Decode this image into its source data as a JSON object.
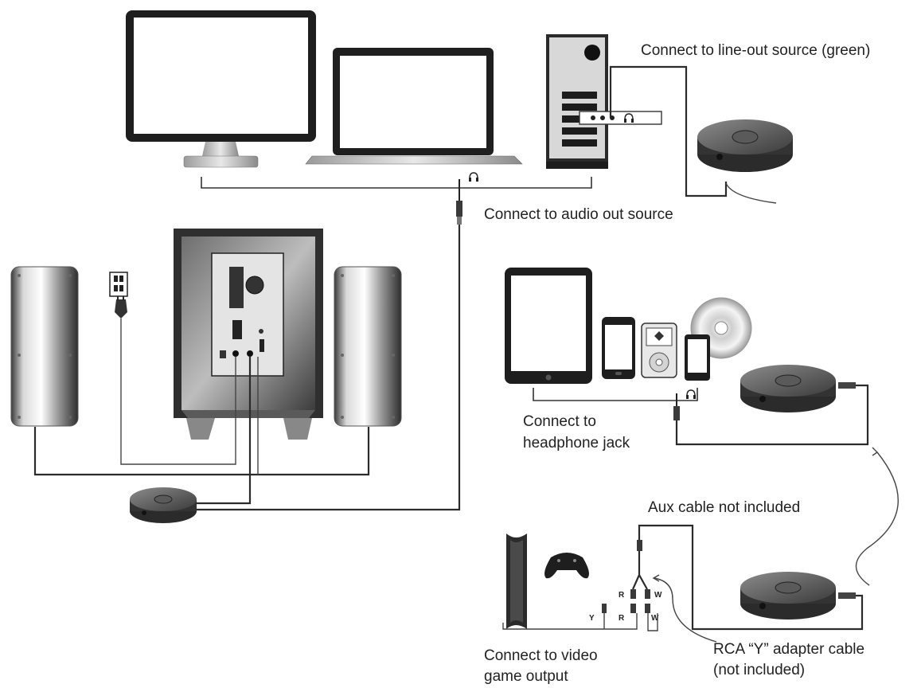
{
  "labels": {
    "line_out": "Connect to line-out source (green)",
    "audio_out": "Connect to audio out source",
    "headphone_jack": [
      "Connect to",
      "headphone jack"
    ],
    "aux_cable": "Aux cable not included",
    "video_game": [
      "Connect to video",
      "game output"
    ],
    "rca_adapter": [
      "RCA “Y” adapter cable",
      "(not included)"
    ]
  },
  "rca_letters": {
    "red": "R",
    "white": "W",
    "yellow": "Y"
  },
  "icons": [
    "headphone-icon",
    "monitor-icon",
    "laptop-icon",
    "pc-tower-icon",
    "speaker-icon",
    "subwoofer-icon",
    "power-outlet-icon",
    "power-plug-icon",
    "control-pod-icon",
    "tablet-icon",
    "smartphone-icon",
    "music-player-icon",
    "cd-icon",
    "game-console-icon",
    "gamepad-icon"
  ],
  "colors": {
    "line_art": "#2b2b2b",
    "background": "#ffffff"
  }
}
